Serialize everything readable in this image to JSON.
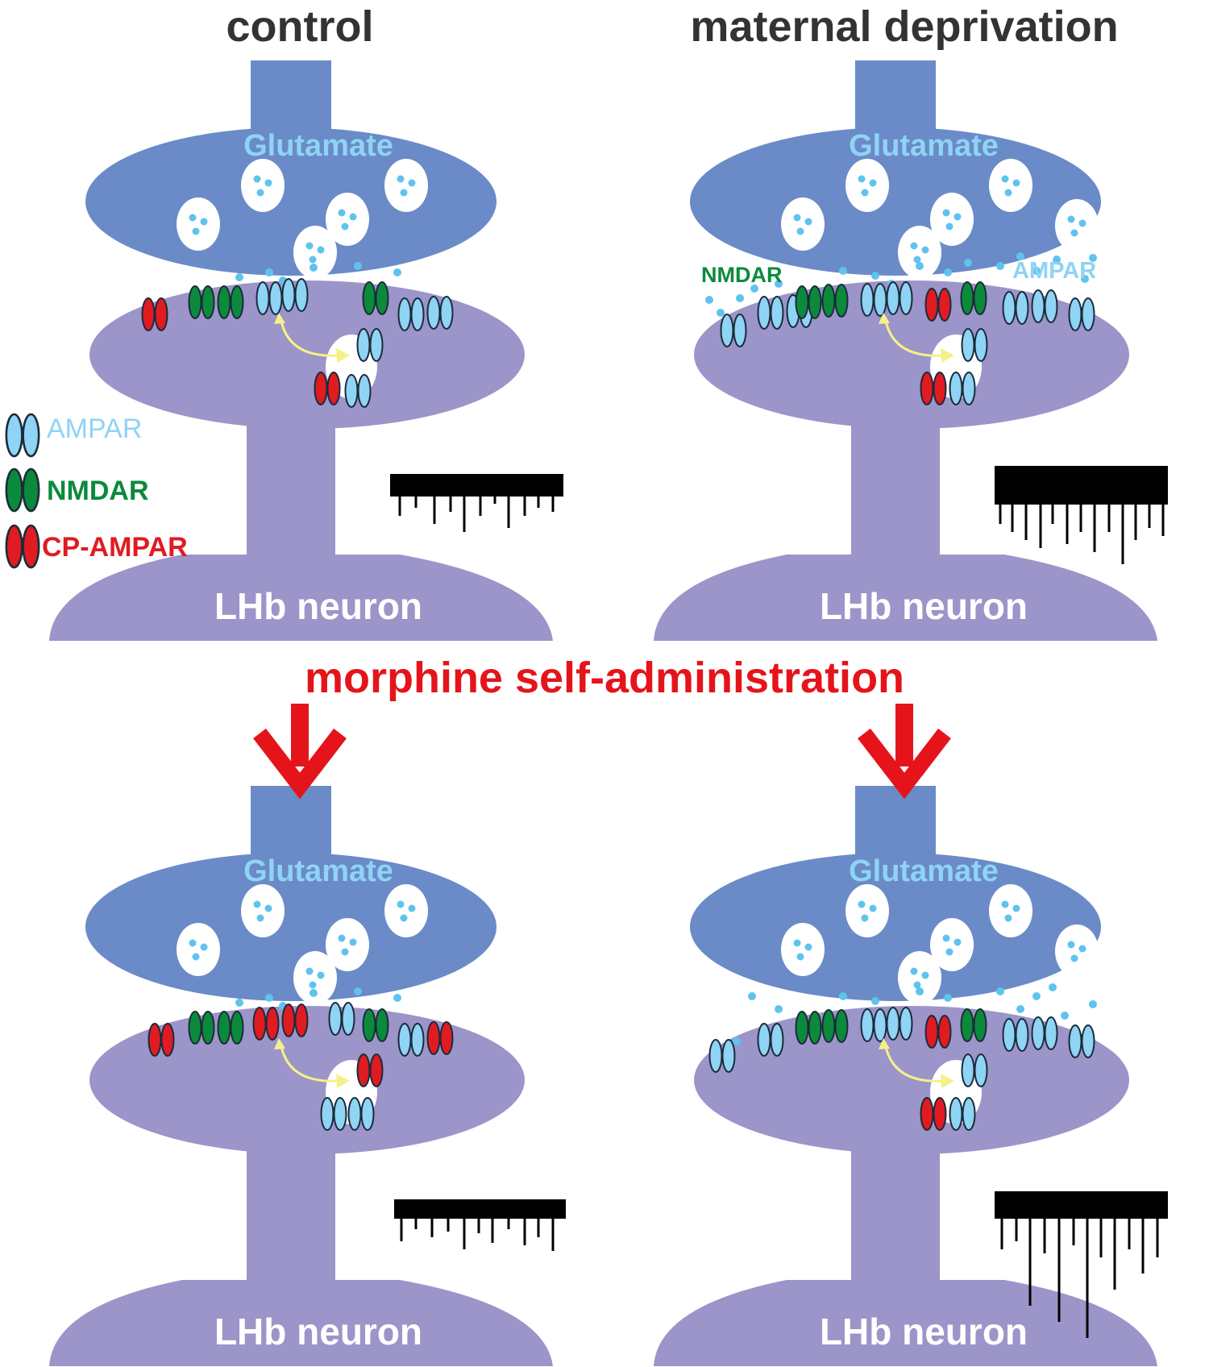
{
  "titles": {
    "control": "control",
    "maternal": "maternal deprivation",
    "treatment": "morphine self-administration"
  },
  "panels": [
    {
      "id": "control-baseline",
      "presynaptic_label": "Glutamate",
      "postsynaptic_label": "LHb neuron"
    },
    {
      "id": "maternal-baseline",
      "presynaptic_label": "Glutamate",
      "postsynaptic_label": "LHb neuron",
      "cleft_labels": {
        "nmdar": "NMDAR",
        "ampar": "AMPAR"
      }
    },
    {
      "id": "control-morphine",
      "presynaptic_label": "Glutamate",
      "postsynaptic_label": "LHb neuron"
    },
    {
      "id": "maternal-morphine",
      "presynaptic_label": "Glutamate",
      "postsynaptic_label": "LHb neuron"
    }
  ],
  "legend": [
    {
      "label": "AMPAR",
      "color": "#8fd3f5"
    },
    {
      "label": "NMDAR",
      "color": "#0b8a3c"
    },
    {
      "label": "CP-AMPAR",
      "color": "#e01b22"
    }
  ],
  "colors": {
    "presynaptic": "#6a8bc7",
    "postsynaptic": "#9b95c9",
    "glutamate_text": "#8fd3f5",
    "neurotransmitter_dots": "#5fc3ee",
    "trafficking_arrow": "#f6f08a",
    "morphine_arrow": "#e5141b",
    "trace": "#000000"
  }
}
